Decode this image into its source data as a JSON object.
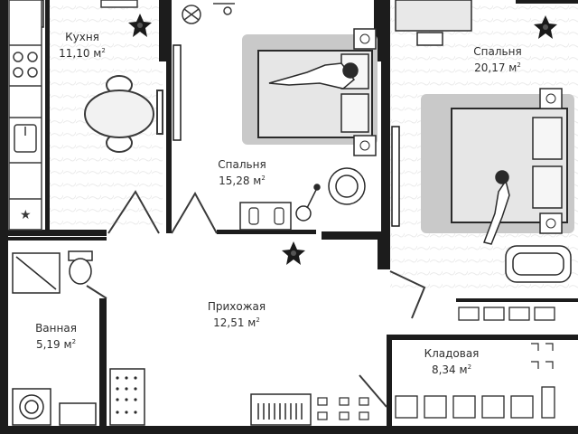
{
  "plan": {
    "rooms": [
      {
        "id": "kitchen",
        "name": "Кухня",
        "area": "11,10 м",
        "area_sup": "2"
      },
      {
        "id": "bedroom_small",
        "name": "Спальня",
        "area": "15,28 м",
        "area_sup": "2"
      },
      {
        "id": "bedroom_large",
        "name": "Спальня",
        "area": "20,17 м",
        "area_sup": "2"
      },
      {
        "id": "hallway",
        "name": "Прихожая",
        "area": "12,51 м",
        "area_sup": "2"
      },
      {
        "id": "bathroom",
        "name": "Ванная",
        "area": "5,19 м",
        "area_sup": "2"
      },
      {
        "id": "storage",
        "name": "Кладовая",
        "area": "8,34 м",
        "area_sup": "2"
      }
    ],
    "colors": {
      "wall": "#1c1c1c",
      "line": "#3a3a3a",
      "rug": "#c9c9c9",
      "bed": "#e4e4e4",
      "plant": "#1a1a1a",
      "floor": "#ffffff"
    },
    "icons": [
      "plant-icon",
      "bed-icon",
      "sofa-icon",
      "dining-table-icon",
      "armchair-icon",
      "floor-lamp-icon",
      "bathtub-icon",
      "toilet-icon",
      "shower-icon",
      "washing-machine-icon",
      "stove-icon",
      "sink-icon",
      "fan-icon",
      "chandelier-icon",
      "person-icon"
    ]
  }
}
